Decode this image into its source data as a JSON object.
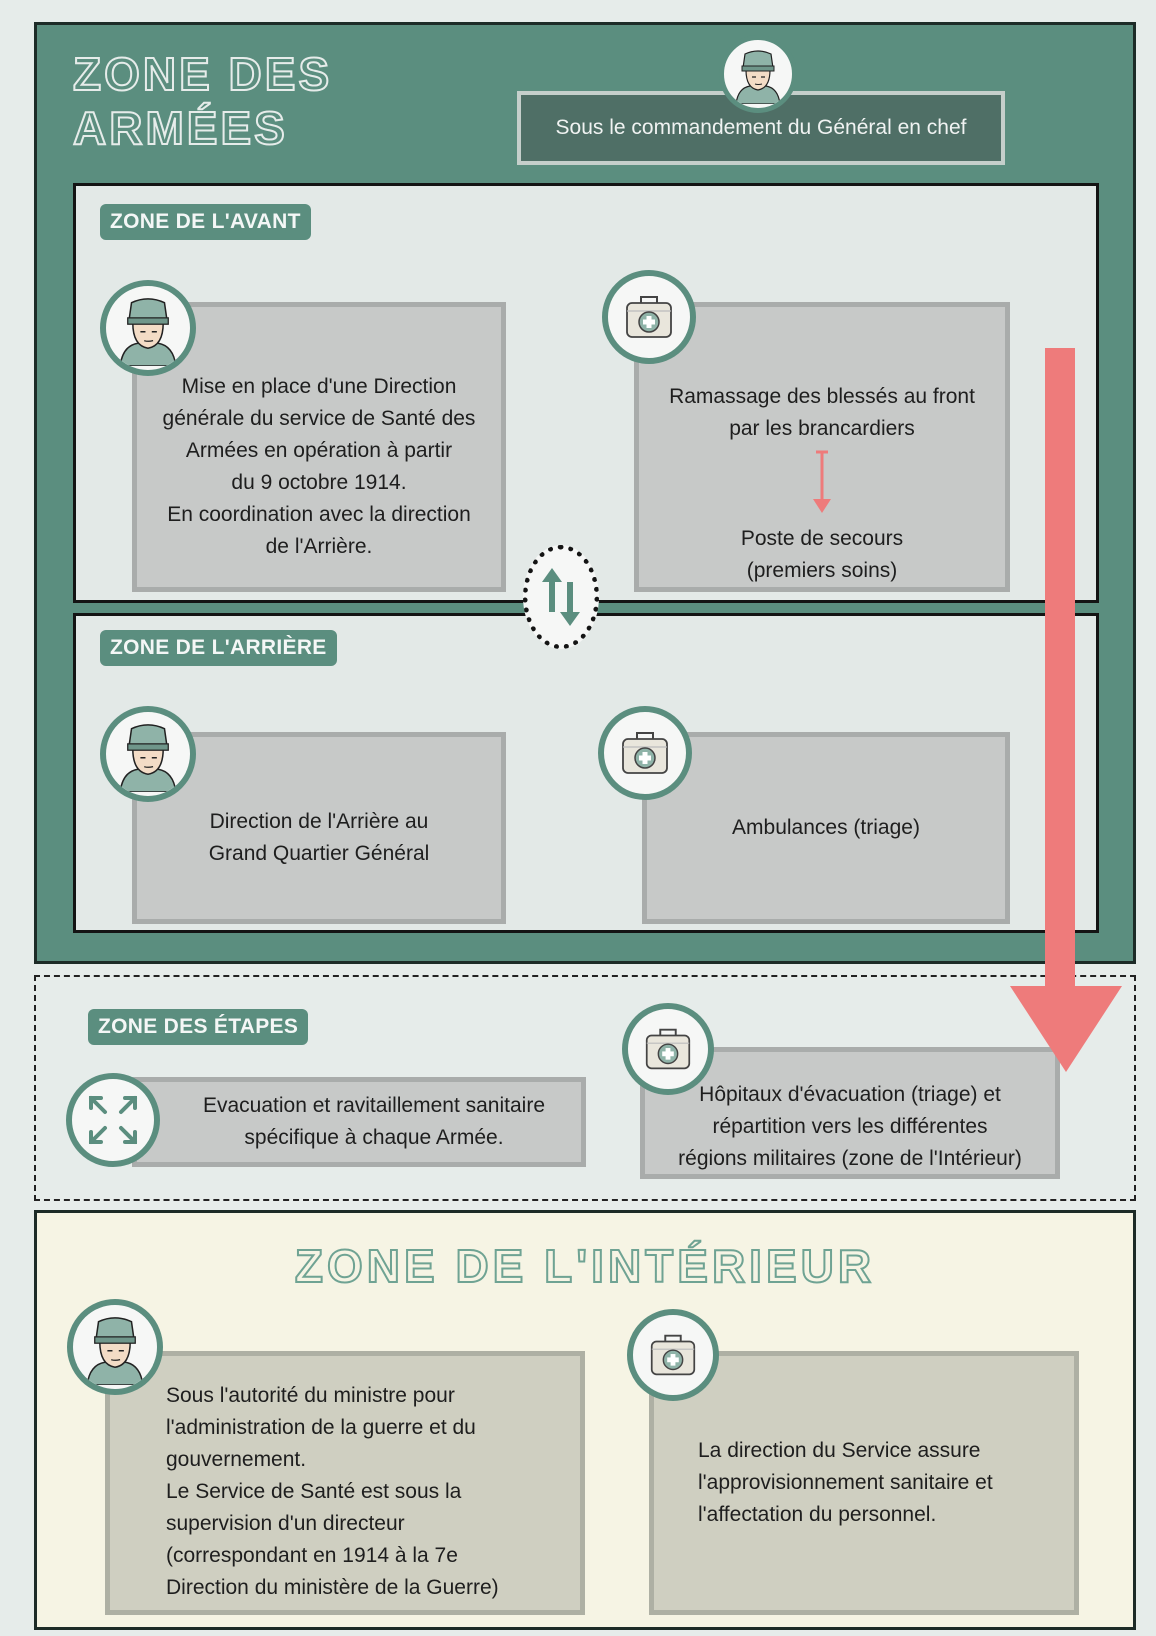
{
  "armees": {
    "title_line1": "ZONE DES",
    "title_line2": "ARMÉES",
    "command": "Sous le commandement du Général en chef"
  },
  "avant": {
    "label": "ZONE DE L'AVANT",
    "left_card": [
      "Mise en place d'une Direction",
      "générale du service de Santé des",
      "Armées en opération à partir",
      "du 9 octobre 1914.",
      "En coordination avec la direction",
      "de l'Arrière."
    ],
    "right_card_top": [
      "Ramassage des blessés au front",
      "par les brancardiers"
    ],
    "right_card_bottom": [
      "Poste de secours",
      "(premiers soins)"
    ]
  },
  "arriere": {
    "label": "ZONE DE L'ARRIÈRE",
    "left_card": [
      "Direction de l'Arrière au",
      "Grand Quartier Général"
    ],
    "right_card": "Ambulances (triage)"
  },
  "etapes": {
    "label": "ZONE DES ÉTAPES",
    "left_card": [
      "Evacuation et ravitaillement sanitaire",
      "spécifique à chaque Armée."
    ],
    "right_card": [
      "Hôpitaux d'évacuation (triage) et",
      "répartition vers les différentes",
      "régions militaires (zone de l'Intérieur)"
    ]
  },
  "interieur": {
    "title": "ZONE DE L'INTÉRIEUR",
    "left_card": [
      "Sous l'autorité du ministre pour",
      "l'administration de la guerre et du",
      "gouvernement.",
      "Le Service de Santé est sous la",
      "supervision d'un directeur",
      "(correspondant en 1914 à la 7e",
      "Direction du ministère de la Guerre)"
    ],
    "right_card": [
      "La direction du Service assure",
      "l'approvisionnement sanitaire et",
      "l'affectation du personnel."
    ]
  },
  "colors": {
    "green": "#5b8e7f",
    "arrow_red": "#ee7b7b",
    "panel": "#c7c9c8",
    "interieur_bg": "#f6f4e4"
  },
  "icons": [
    "soldier-icon",
    "medical-kit-icon",
    "expand-arrows-icon",
    "swap-arrows-icon",
    "down-arrow-icon"
  ]
}
